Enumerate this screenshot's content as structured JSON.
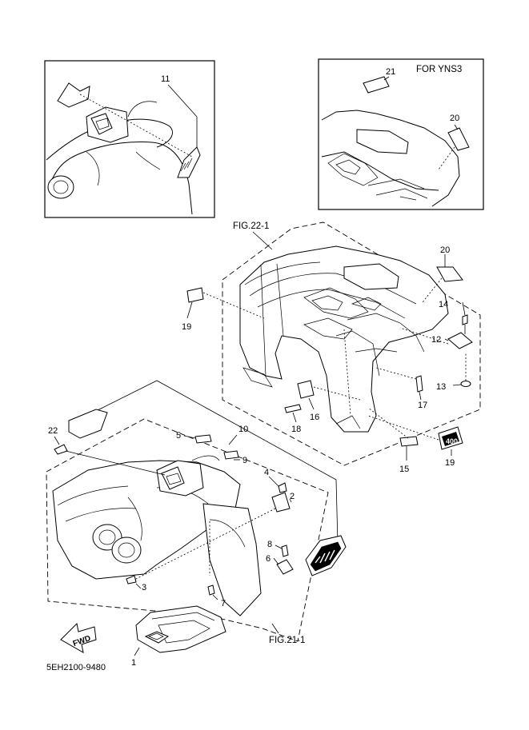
{
  "inset_b": {
    "title": "FOR YNS3"
  },
  "figure_refs": {
    "rear": "FIG.22-1",
    "front": "FIG.21-1"
  },
  "fwd_arrow": {
    "text": "FWD"
  },
  "decal": {
    "number": "400"
  },
  "drawing_code": "5EH2100-9480",
  "callouts": {
    "c1": "1",
    "c2": "2",
    "c3": "3",
    "c4": "4",
    "c5": "5",
    "c6": "6",
    "c7": "7",
    "c8": "8",
    "c9": "9",
    "c10": "10",
    "c11": "11",
    "c12": "12",
    "c13": "13",
    "c14": "14",
    "c15": "15",
    "c16": "16",
    "c17": "17",
    "c18": "18",
    "c19a": "19",
    "c19b": "19",
    "c20a": "20",
    "c20b": "20",
    "c21": "21",
    "c22": "22"
  },
  "colors": {
    "line": "#000000",
    "background": "#ffffff"
  }
}
